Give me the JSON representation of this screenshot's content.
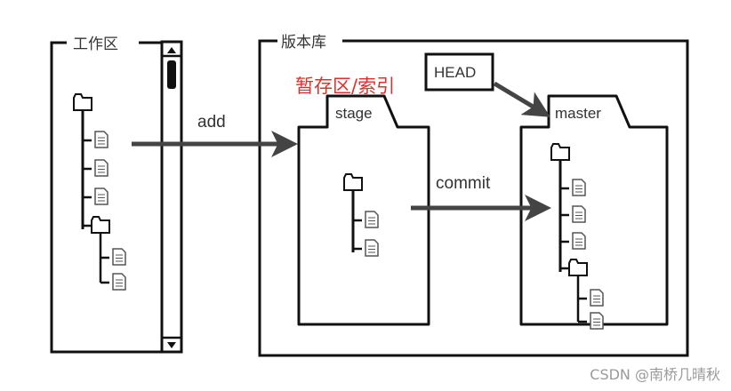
{
  "diagram": {
    "working_dir": {
      "label": "工作区",
      "tree": {
        "root": "folder",
        "files": 3,
        "subfolder_files": 2
      }
    },
    "repository": {
      "label": "版本库",
      "stage": {
        "annotation": "暂存区/索引",
        "tab_label": "stage",
        "tree": {
          "root": "folder",
          "files": 2,
          "subfolder_files": 0
        }
      },
      "master": {
        "tab_label": "master",
        "tree": {
          "root": "folder",
          "files": 3,
          "subfolder_files": 2
        }
      },
      "head": {
        "label": "HEAD"
      }
    },
    "arrows": {
      "add": "add",
      "commit": "commit"
    },
    "colors": {
      "line": "#111111",
      "arrow": "#444444",
      "annotation": "#e0302d",
      "watermark": "#9a9a9a"
    }
  },
  "watermark": "CSDN @南桥几晴秋"
}
